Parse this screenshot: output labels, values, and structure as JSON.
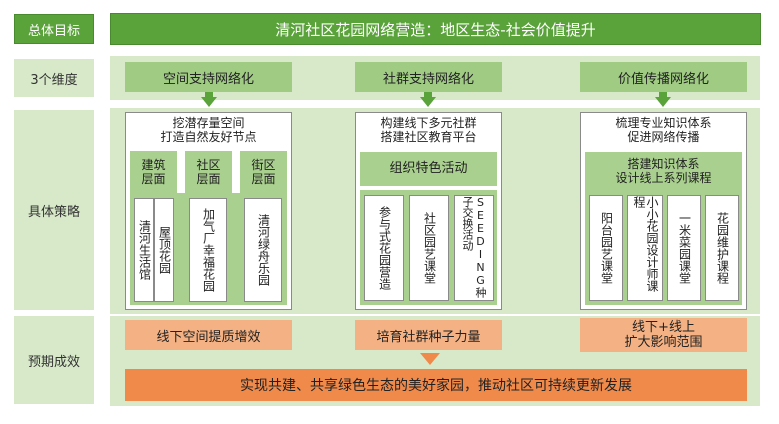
{
  "row_labels": {
    "goal": "总体目标",
    "dimensions": "3个维度",
    "strategy": "具体策略",
    "outcome": "预期成效"
  },
  "title": "清河社区花园网络营造：地区生态-社会价值提升",
  "columns": [
    {
      "header": "空间支持网络化",
      "strategy": [
        "挖潜存量空间",
        "打造自然友好节点"
      ],
      "levels": [
        "建筑层面",
        "社区层面",
        "街区层面"
      ],
      "items": [
        "清河生活馆",
        "屋顶花园",
        "加气厂幸福花园",
        "清河绿舟乐园"
      ],
      "outcome": "线下空间提质增效"
    },
    {
      "header": "社群支持网络化",
      "strategy": [
        "构建线下多元社群",
        "搭建社区教育平台"
      ],
      "activity": "组织特色活动",
      "items": [
        "参与式花园营造",
        "社区园艺课堂",
        "SEEDING种子交换活动"
      ],
      "outcome": "培育社群种子力量"
    },
    {
      "header": "价值传播网络化",
      "strategy": [
        "梳理专业知识体系",
        "促进网络传播"
      ],
      "activity": [
        "搭建知识体系",
        "设计线上系列课程"
      ],
      "items": [
        "阳台园艺课堂",
        "小小花园设计师课程",
        "一米菜园课堂",
        "花园维护课程"
      ],
      "outcome": [
        "线下+线上",
        "扩大影响范围"
      ]
    }
  ],
  "final_goal": "实现共建、共享绿色生态的美好家园，推动社区可持续更新发展",
  "colors": {
    "dark_green": "#5aa23a",
    "pale_green": "#d7e9c8",
    "light_green": "#9fcb83",
    "orange": "#f4b183",
    "dark_orange": "#f08a4b"
  }
}
